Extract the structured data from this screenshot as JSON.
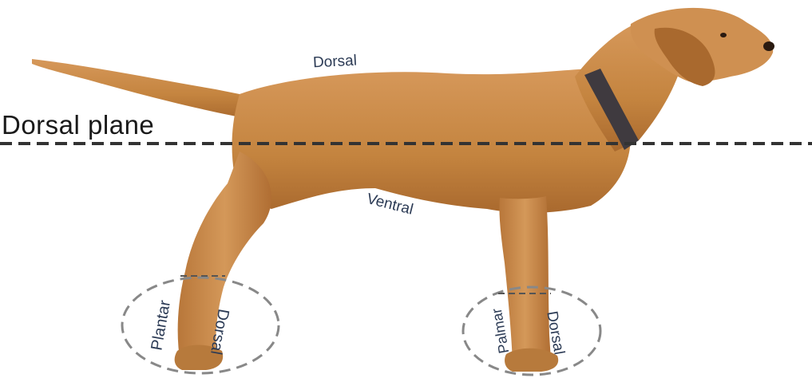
{
  "labels": {
    "plane": "Dorsal plane",
    "dorsal_top": "Dorsal",
    "ventral": "Ventral",
    "hind_plantar": "Plantar",
    "hind_dorsal": "Dorsal",
    "fore_palmar": "Palmar",
    "fore_dorsal": "Dorsal"
  },
  "colors": {
    "coat": "#c98a4c",
    "coat_shadow": "#a8672e",
    "coat_highlight": "#dfa669",
    "collar": "#3f3a3f",
    "dashed_line": "#333333",
    "circle": "#888888",
    "label_text": "#2c3b55"
  },
  "subject": "dog-photo"
}
